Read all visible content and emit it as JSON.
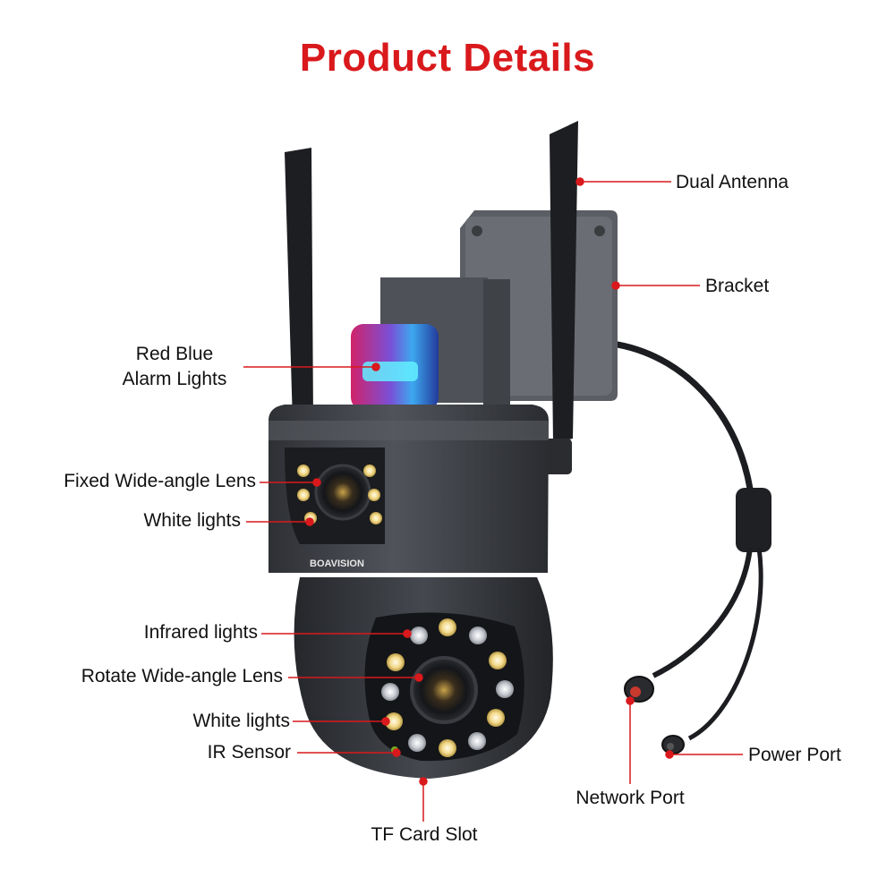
{
  "title": "Product Details",
  "brand": "BOAVISION",
  "accent_color": "#d9191c",
  "labels": {
    "dual_antenna": "Dual Antenna",
    "bracket": "Bracket",
    "alarm_lights_line1": "Red Blue",
    "alarm_lights_line2": "Alarm Lights",
    "fixed_lens": "Fixed Wide-angle Lens",
    "white_lights_top": "White lights",
    "infrared_lights": "Infrared lights",
    "rotate_lens": "Rotate Wide-angle Lens",
    "white_lights_bottom": "White lights",
    "ir_sensor": "IR Sensor",
    "tf_card_slot": "TF Card Slot",
    "network_port": "Network Port",
    "power_port": "Power Port"
  }
}
